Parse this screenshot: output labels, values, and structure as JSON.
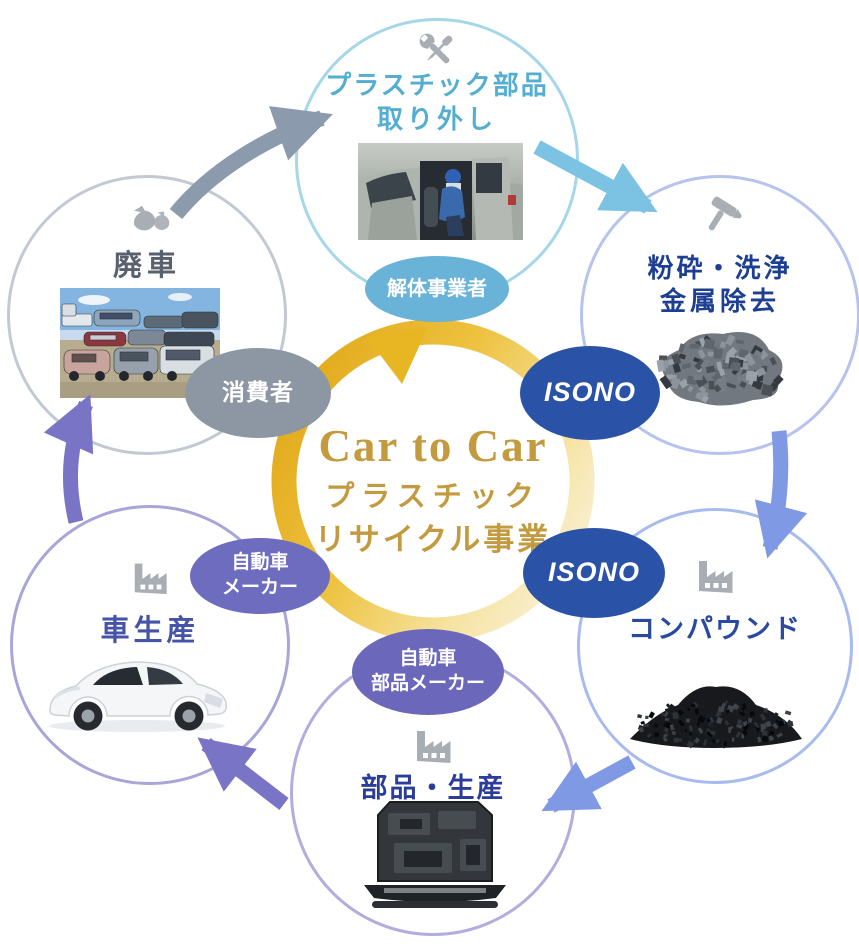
{
  "center": {
    "line1": "Car to Car",
    "line2": "プラスチック",
    "line3": "リサイクル事業"
  },
  "nodes": {
    "removal": {
      "icon": "tools-icon",
      "title1": "プラスチック部品",
      "title2": "取り外し",
      "photo_alt": "worker dismantling car interior"
    },
    "crush": {
      "icon": "hammer-icon",
      "title1": "粉砕・洗浄",
      "title2": "金属除去",
      "photo_alt": "pile of crushed gray plastic flakes"
    },
    "compound": {
      "icon": "factory-icon",
      "title1": "コンパウンド",
      "photo_alt": "pile of black plastic pellets"
    },
    "parts": {
      "icon": "factory-icon",
      "title1": "部品・生産",
      "photo_alt": "molded black plastic part"
    },
    "car": {
      "icon": "factory-icon",
      "title1": "車生産",
      "photo_alt": "white hybrid car"
    },
    "scrap": {
      "icon": "bags-icon",
      "title1": "廃車",
      "photo_alt": "stacked scrapped cars"
    }
  },
  "badges": {
    "dismantler": {
      "label": "解体事業者",
      "color": "#69b2d8"
    },
    "consumer": {
      "label": "消費者",
      "color": "#8c97a3"
    },
    "isono_top": {
      "label": "ISONO",
      "color": "#2a52a6"
    },
    "isono_bottom": {
      "label": "ISONO",
      "color": "#2a52a6"
    },
    "car_maker": {
      "label1": "自動車",
      "label2": "メーカー",
      "color": "#6e6cbf"
    },
    "parts_maker": {
      "label1": "自動車",
      "label2": "部品メーカー",
      "color": "#6b67ba"
    }
  },
  "flow_arrows": [
    {
      "from": "廃車",
      "to": "プラスチック部品取り外し",
      "color": "#8c9aae"
    },
    {
      "from": "プラスチック部品取り外し",
      "to": "粉砕・洗浄 金属除去",
      "color": "#7cc2e2"
    },
    {
      "from": "粉砕・洗浄 金属除去",
      "to": "コンパウンド",
      "color": "#8099e5"
    },
    {
      "from": "コンパウンド",
      "to": "部品・生産",
      "color": "#8099e5"
    },
    {
      "from": "部品・生産",
      "to": "車生産",
      "color": "#7a74c6"
    },
    {
      "from": "車生産",
      "to": "廃車",
      "color": "#7a74c6"
    }
  ],
  "colors": {
    "center_gold": "#c49a3f",
    "ring_gold": "#e8b623",
    "node_border_removal": "#a6d7e8",
    "node_border_crush": "#b5c3ee",
    "node_border_compound": "#a8bbee",
    "node_border_parts": "#b1adde",
    "node_border_car": "#a8a6d8",
    "node_border_scrap": "#c3c9d2",
    "title_removal": "#53aed2",
    "title_crush": "#1d3f93",
    "title_compound": "#2a4aa0",
    "title_parts": "#2b3d99",
    "title_car": "#4553a8",
    "title_scrap": "#59616f"
  }
}
